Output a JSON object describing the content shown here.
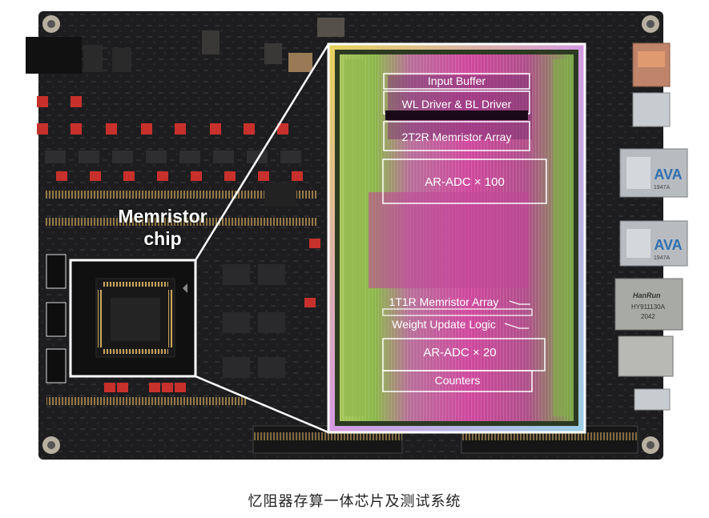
{
  "photo": {
    "board_label": "Memristor\nchip",
    "chip_blocks": {
      "input_buffer": "Input Buffer",
      "driver": "WL Driver & BL Driver",
      "array_2t2r": "2T2R Memristor Array",
      "adc_100": "AR-ADC × 100",
      "array_1t1r": "1T1R Memristor Array",
      "weight_update": "Weight Update Logic",
      "adc_20": "AR-ADC × 20",
      "counters": "Counters"
    },
    "port_markings": {
      "usb_top": "AVA",
      "usb_top_code": "1947A",
      "usb_bottom": "AVA",
      "usb_bottom_code": "1947A",
      "rj45_brand": "HanRun",
      "rj45_model": "HY911130A",
      "rj45_code": "2042"
    }
  },
  "caption": "忆阻器存算一体芯片及测试系统",
  "colors": {
    "pcb": "#1a1a1a",
    "die_green": "#8cbf4a",
    "die_magenta": "#c8409a",
    "label": "#ffffff"
  }
}
